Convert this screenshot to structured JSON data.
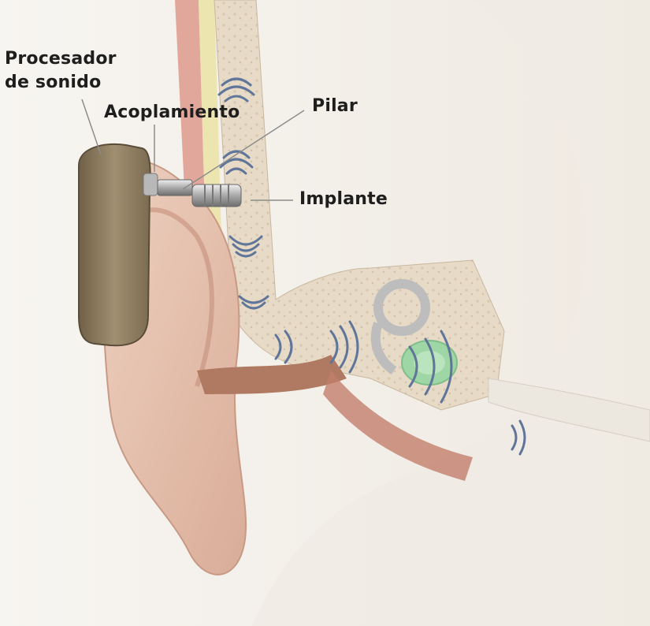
{
  "labels": {
    "processor_line1": "Procesador",
    "processor_line2": "de sonido",
    "coupling": "Acoplamiento",
    "abutment": "Pilar",
    "implant": "Implante"
  },
  "colors": {
    "background": "#f4f1ec",
    "skin": "#e7c3b0",
    "bone": "#e6d9c6",
    "processor": "#8a7a5f",
    "sound_waves": "#5f7599",
    "cochlea": "#9fd6a5",
    "leader_lines": "#8c8c8c",
    "label_text": "#1e1e1e"
  },
  "icons": {
    "sound_waves": "sound-wave-arcs",
    "device": "bone-anchored-hearing-aid"
  }
}
